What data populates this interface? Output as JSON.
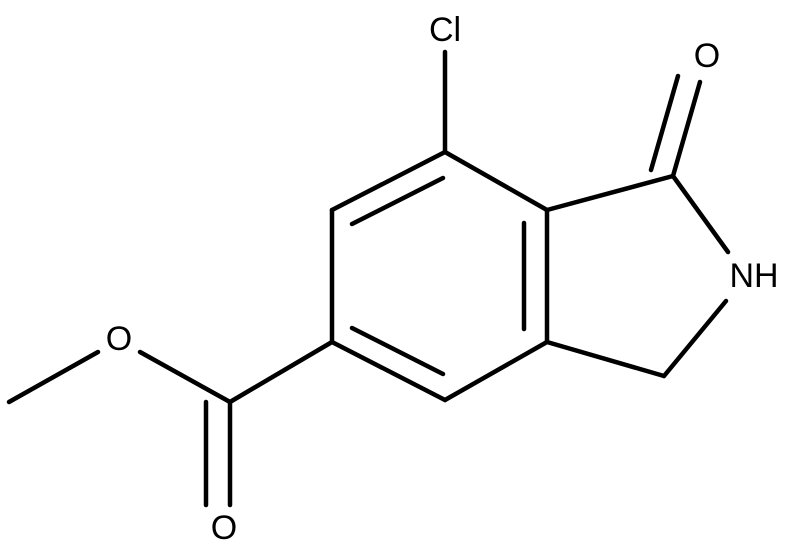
{
  "molecule": {
    "atom_labels": {
      "chlorine": "Cl",
      "ketone_oxygen": "O",
      "amine": "NH",
      "ester_oxygen": "O",
      "carbonyl_oxygen": "O"
    },
    "colors": {
      "bond": "#000000",
      "label": "#000000",
      "background": "#ffffff"
    }
  }
}
